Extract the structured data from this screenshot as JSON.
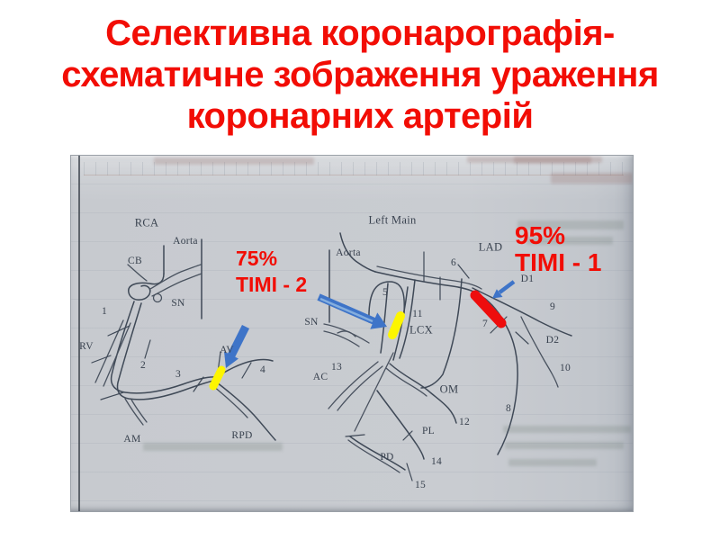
{
  "slide": {
    "title": "Селективна коронарографія-схематичне зображення ураження коронарних артерій",
    "title_color": "#f20d05",
    "background_color": "#ffffff"
  },
  "photo": {
    "description": "scanned-book-schematic-of-coronary-arteries",
    "paper_color": "#c9ccd1",
    "line_color": "#3f4957",
    "left": {
      "labels": {
        "rca": "RCA",
        "aorta": "Aorta",
        "cb": "CB",
        "sn": "SN",
        "rv": "RV",
        "av": "AV",
        "am": "AM",
        "rpd": "RPD",
        "n1": "1",
        "n2": "2",
        "n3": "3",
        "n4": "4"
      }
    },
    "right": {
      "labels": {
        "left_main": "Left Main",
        "aorta": "Aorta",
        "lad": "LAD",
        "lcx": "LCX",
        "sn": "SN",
        "d1": "D1",
        "d2": "D2",
        "om": "OM",
        "ac": "AC",
        "pl": "PL",
        "pd": "PD",
        "n5": "5",
        "n6": "6",
        "n7": "7",
        "n8": "8",
        "n9": "9",
        "n10": "10",
        "n11": "11",
        "n12": "12",
        "n13": "13",
        "n14": "14",
        "n15": "15"
      }
    },
    "ann": {
      "text_color": "#f20d05",
      "arrow_color": "#3e74c8",
      "left": {
        "percent": "75%",
        "timi": "TIMI - 2",
        "highlight_color": "#fdf500"
      },
      "right": {
        "percent": "95%",
        "timi": "TIMI - 1",
        "highlight_color": "#ee0d0d"
      }
    }
  }
}
